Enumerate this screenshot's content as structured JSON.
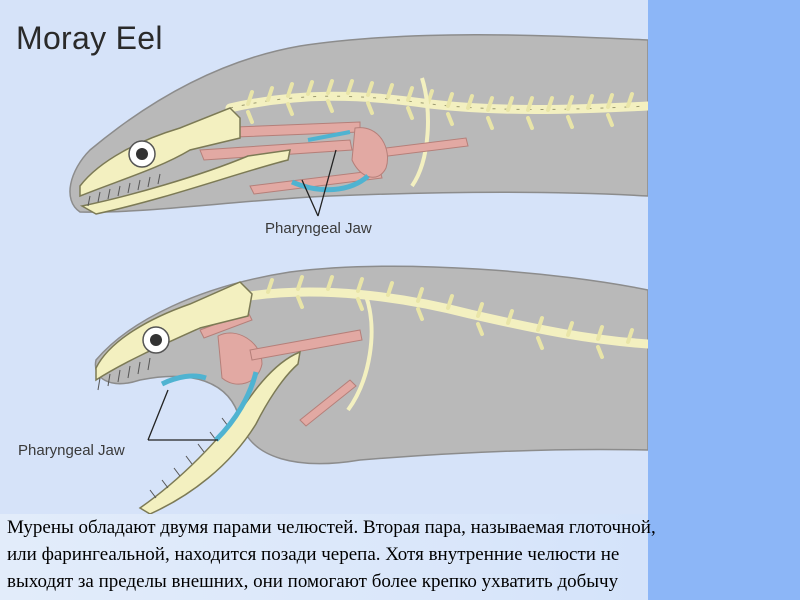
{
  "title": "Moray Eel",
  "labels": {
    "top": "Pharyngeal Jaw",
    "bottom": "Pharyngeal Jaw"
  },
  "caption": [
    "Мурены обладают двумя парами челюстей. Вторая пара, называемая глоточной,",
    "или фарингеальной, находится позади черепа. Хотя внутренние челюсти не",
    "выходят за пределы внешних, они помогают более крепко ухватить добычу"
  ],
  "colors": {
    "background": "#d6e3f9",
    "right_band": "#8cb6f7",
    "body": "#b9b9b9",
    "bone": "#f3f0c0",
    "muscle": "#e2a9a3",
    "pharyngeal_jaw": "#4fb3d1"
  }
}
